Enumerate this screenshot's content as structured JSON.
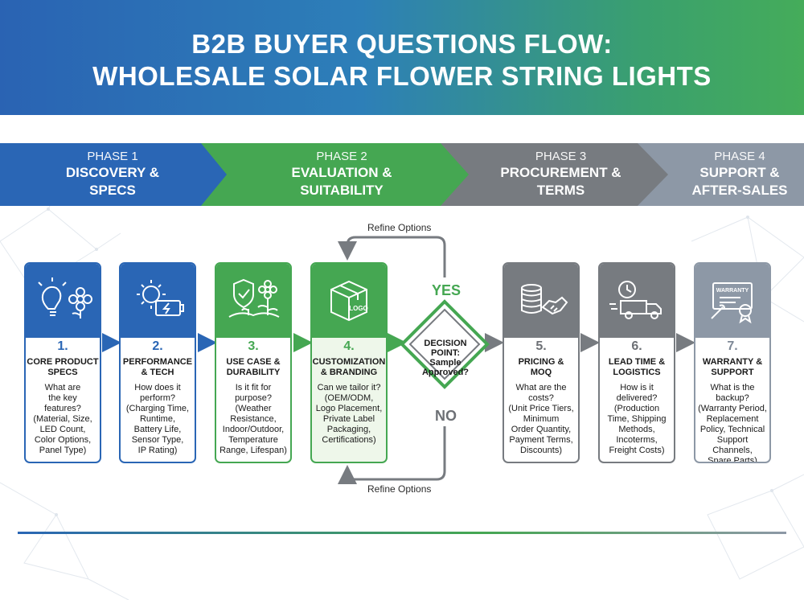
{
  "header": {
    "title_line1": "B2B BUYER QUESTIONS FLOW:",
    "title_line2": "WHOLESALE SOLAR FLOWER STRING LIGHTS"
  },
  "phases": [
    {
      "number": "PHASE 1",
      "line1": "DISCOVERY &",
      "line2": "SPECS",
      "color": "#2a66b5"
    },
    {
      "number": "PHASE 2",
      "line1": "EVALUATION &",
      "line2": "SUITABILITY",
      "color": "#45a752"
    },
    {
      "number": "PHASE 3",
      "line1": "PROCUREMENT &",
      "line2": "TERMS",
      "color": "#777b80"
    },
    {
      "number": "PHASE 4",
      "line1": "SUPPORT &",
      "line2": "AFTER-SALES",
      "color": "#8d98a6"
    }
  ],
  "steps": [
    {
      "num": "1.",
      "title1": "CORE PRODUCT",
      "title2": "SPECS",
      "body": [
        "What are",
        "the key",
        "features?",
        "(Material, Size,",
        "LED Count,",
        "Color Options,",
        "Panel Type)"
      ],
      "icon": "bulb-flower-icon"
    },
    {
      "num": "2.",
      "title1": "PERFORMANCE",
      "title2": "& TECH",
      "body": [
        "How does it",
        "perform?",
        "(Charging Time,",
        "Runtime,",
        "Battery Life,",
        "Sensor Type,",
        "IP Rating)"
      ],
      "icon": "sun-battery-icon"
    },
    {
      "num": "3.",
      "title1": "USE CASE &",
      "title2": "DURABILITY",
      "body": [
        "Is it fit for",
        "purpose?",
        "(Weather",
        "Resistance,",
        "Indoor/Outdoor,",
        "Temperature",
        "Range, Lifespan)"
      ],
      "icon": "shield-plant-icon"
    },
    {
      "num": "4.",
      "title1": "CUSTOMIZATION",
      "title2": "& BRANDING",
      "body": [
        "Can we tailor it?",
        "(OEM/ODM,",
        "Logo Placement,",
        "Private Label",
        "Packaging,",
        "Certifications)"
      ],
      "icon": "logo-box-icon",
      "box_label": "LOGO"
    },
    {
      "num": "5.",
      "title1": "PRICING &",
      "title2": "MOQ",
      "body": [
        "What are the",
        "costs?",
        "(Unit Price Tiers,",
        "Minimum",
        "Order Quantity,",
        "Payment Terms,",
        "Discounts)"
      ],
      "icon": "coins-handshake-icon"
    },
    {
      "num": "6.",
      "title1": "LEAD TIME &",
      "title2": "LOGISTICS",
      "body": [
        "How is it",
        "delivered?",
        "(Production",
        "Time, Shipping",
        "Methods,",
        "Incoterms,",
        "Freight Costs)"
      ],
      "icon": "clock-truck-icon"
    },
    {
      "num": "7.",
      "title1": "WARRANTY &",
      "title2": "SUPPORT",
      "body": [
        "What is the",
        "backup?",
        "(Warranty Period,",
        "Replacement",
        "Policy, Technical",
        "Support Channels,",
        "Spare Parts)"
      ],
      "icon": "warranty-certificate-icon",
      "cert_label": "WARRANTY"
    }
  ],
  "decision": {
    "line1": "DECISION",
    "line2": "POINT:",
    "line3": "Sample",
    "line4": "Approved?",
    "yes": "YES",
    "no": "NO"
  },
  "refine_top": "Refine Options",
  "refine_bottom": "Refine Options",
  "colors": {
    "blue": "#2a66b5",
    "green": "#45a752",
    "gray": "#777b80",
    "slate": "#8d98a6"
  }
}
